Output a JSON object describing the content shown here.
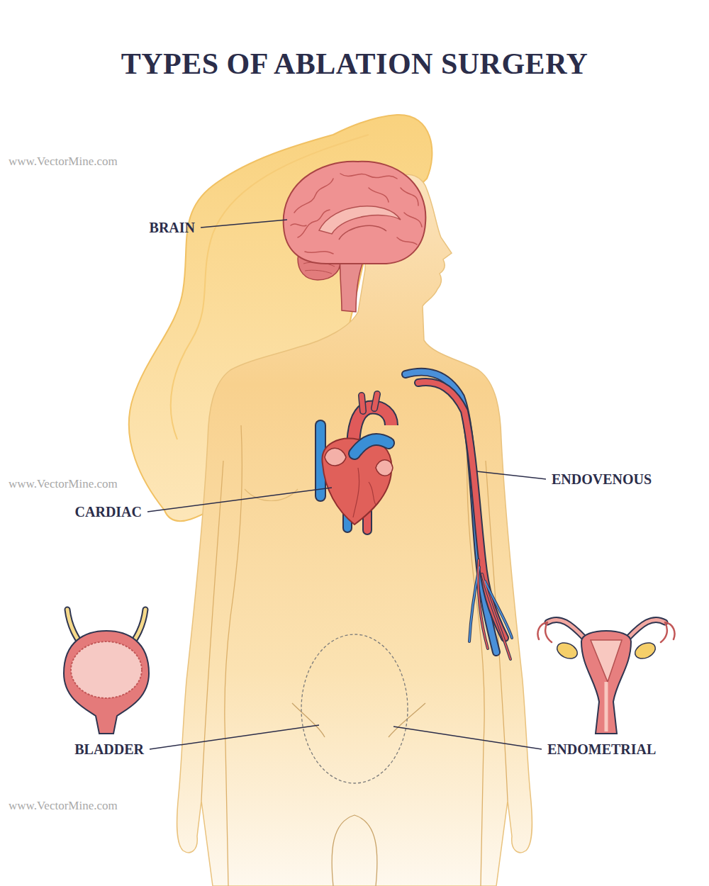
{
  "diagram": {
    "title": "TYPES OF ABLATION SURGERY",
    "labels": [
      "BRAIN",
      "ENDOVENOUS",
      "CARDIAC",
      "BLADDER",
      "ENDOMETRIAL",
      "www.VectorMine.com",
      "www.VectorMine.com",
      "www.VectorMine.com"
    ]
  }
}
